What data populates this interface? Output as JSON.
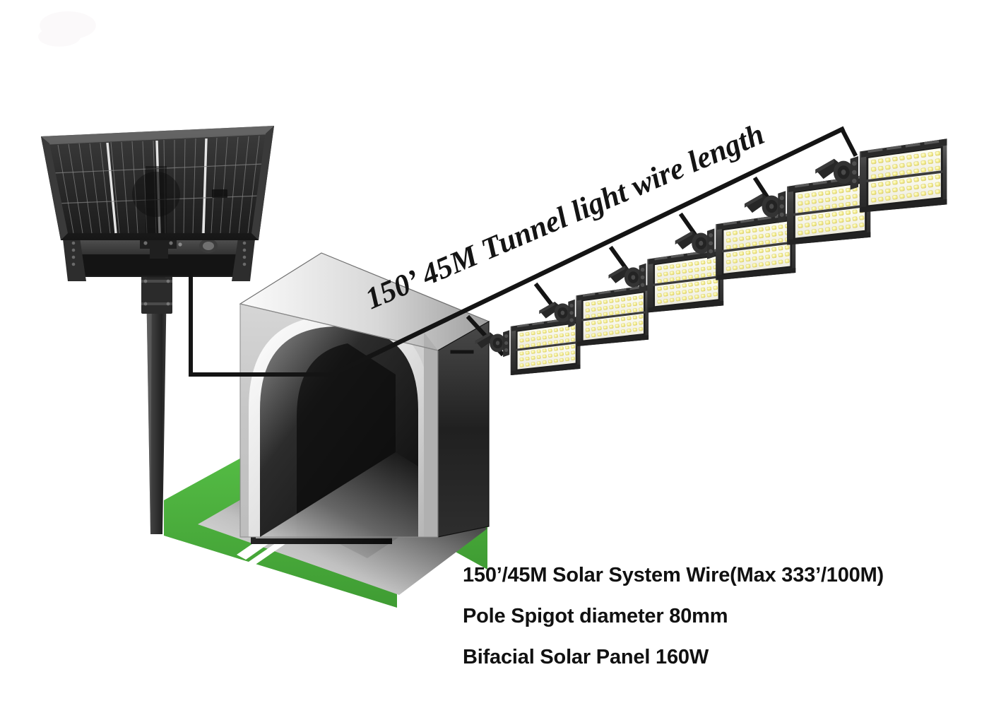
{
  "diagram": {
    "type": "product-installation-diagram",
    "subject": "Solar powered LED tunnel lighting system",
    "background_color": "#ffffff",
    "wire_label": {
      "text": "150’ 45M Tunnel light wire length",
      "rotation_deg": -23,
      "style": "bold-italic-serif",
      "color": "#111111"
    },
    "specs": [
      "150’/45M Solar System Wire(Max 333’/100M)",
      "Pole Spigot diameter 80mm",
      "Bifacial Solar Panel 160W"
    ],
    "components": {
      "solar_panel": {
        "name": "Bifacial Solar Panel 160W",
        "color": "#2b2b2b",
        "cell_busbars": 3,
        "cell_rows": 3
      },
      "pole": {
        "name": "Mounting pole",
        "spigot_diameter": "80mm",
        "color": "#3a3a3a"
      },
      "tunnel": {
        "name": "Tunnel portal",
        "face_color": "#c9c9c9",
        "side_color": "#2a2a2a",
        "grass_color": "#4cae3d",
        "road_color": "#bdbdbd",
        "interior_color": "#111111"
      },
      "floodlights": {
        "name": "LED tunnel flood light",
        "count": 6,
        "modules_per_light": 2,
        "housing_color": "#3c3c3c",
        "led_color": "#f5f0a8"
      },
      "wiring": {
        "main_run_color": "#1a1a1a",
        "drop_count": 6,
        "panel_to_tunnel_cable": true
      }
    },
    "colors": {
      "accent_green": "#4cae3d",
      "dark": "#1a1a1a",
      "gray_face": "#c9c9c9",
      "led_warm": "#f2ee9e"
    }
  }
}
